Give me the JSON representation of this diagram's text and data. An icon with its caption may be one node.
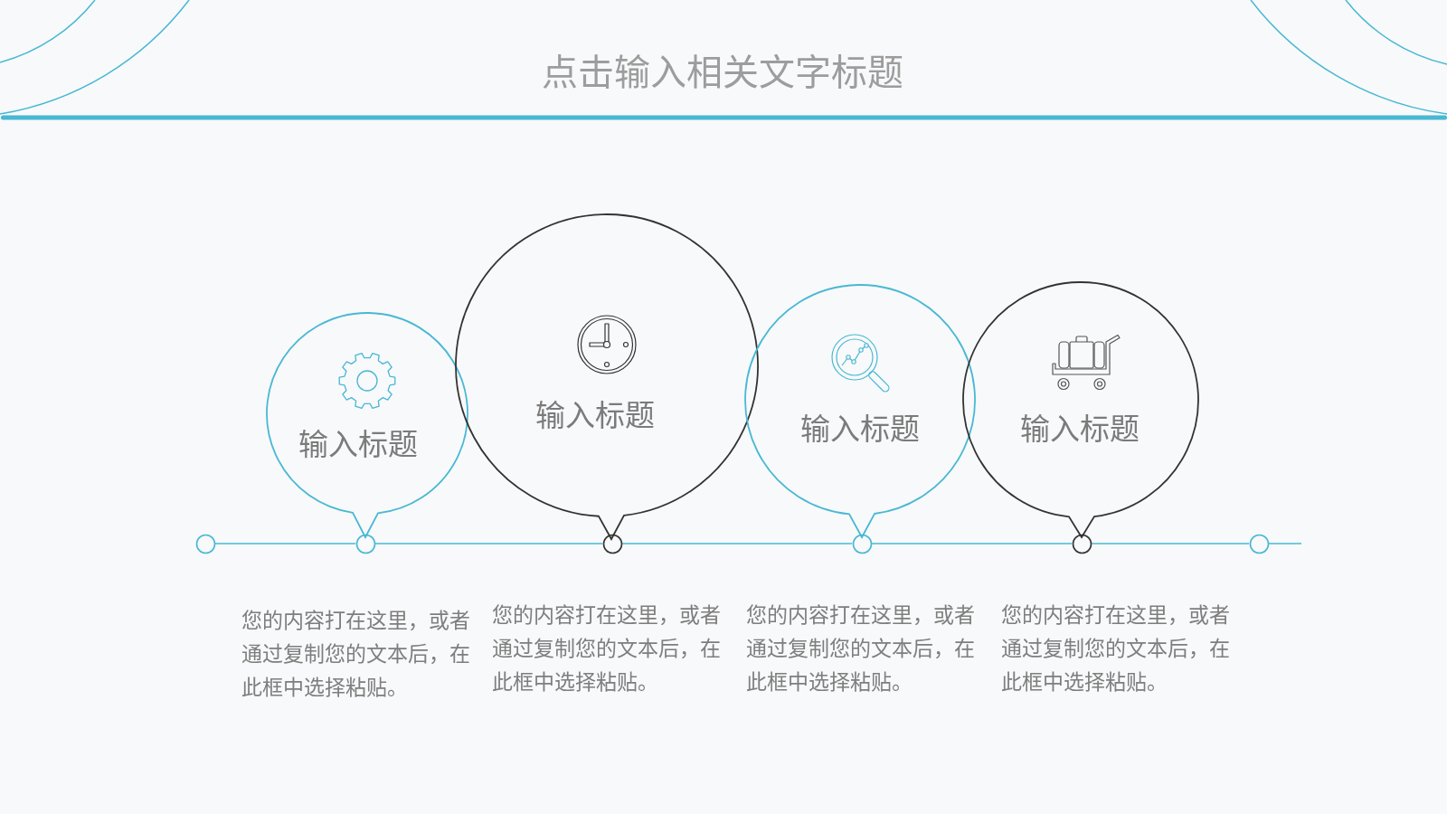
{
  "diagram": {
    "title": "点击输入相关文字标题",
    "nodes": [
      {
        "text": [
          "输入标题"
        ]
      },
      {
        "text": [
          "输入标题"
        ]
      },
      {
        "text": [
          "输入标题"
        ]
      },
      {
        "text": [
          "输入标题"
        ]
      },
      {
        "text": [],
        "shape": "circle"
      },
      {
        "text": [],
        "shape": "circle"
      },
      {
        "text": [],
        "shape": "circle"
      },
      {
        "text": [],
        "shape": "circle"
      },
      {
        "text": [],
        "shape": "circle"
      },
      {
        "text": [],
        "shape": "circle"
      }
    ],
    "edges": [
      {
        "from": 4,
        "to": 5,
        "arrow": "none"
      },
      {
        "from": 5,
        "to": 6,
        "arrow": "none"
      },
      {
        "from": 6,
        "to": 7,
        "arrow": "none"
      },
      {
        "from": 7,
        "to": 8,
        "arrow": "none"
      },
      {
        "from": 8,
        "to": 9,
        "arrow": "none"
      },
      {
        "from": 9,
        "to": null,
        "arrow": "none"
      }
    ],
    "labels": [
      "您的内容打在这里，或者通过复制您的文本后，在此框中选择粘贴。",
      "您的内容打在这里，或者通过复制您的文本后，在此框中选择粘贴。",
      "您的内容打在这里，或者通过复制您的文本后，在此框中选择粘贴。",
      "您的内容打在这里，或者通过复制您的文本后，在此框中选择粘贴。"
    ]
  }
}
